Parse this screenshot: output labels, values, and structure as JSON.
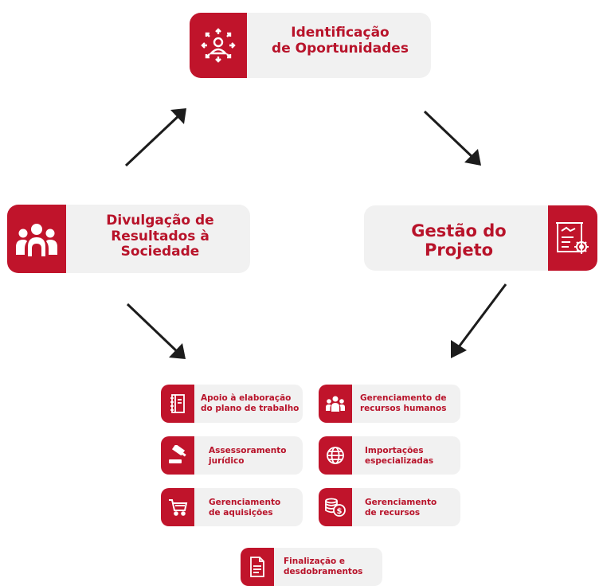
{
  "stages": {
    "identificacao": {
      "line1": "Identificação",
      "line2": "de Oportunidades",
      "icon": "people-network-icon"
    },
    "gestao": {
      "line1": "Gestão do",
      "line2": "Projeto",
      "icon": "project-board-gear-icon"
    },
    "divulgacao": {
      "line1": "Divulgação de",
      "line2": "Resultados à",
      "line3": "Sociedade",
      "icon": "group-icon"
    }
  },
  "services": [
    {
      "line1": "Apoio à elaboração",
      "line2": "do plano de trabalho",
      "icon": "notebook-icon"
    },
    {
      "line1": "Gerenciamento de",
      "line2": "recursos humanos",
      "icon": "team-icon"
    },
    {
      "line1": "Assessoramento",
      "line2": "jurídico",
      "icon": "gavel-icon"
    },
    {
      "line1": "Importações",
      "line2": "especializadas",
      "icon": "globe-icon"
    },
    {
      "line1": "Gerenciamento",
      "line2": "de aquisições",
      "icon": "cart-icon"
    },
    {
      "line1": "Gerenciamento",
      "line2": "de recursos",
      "icon": "coins-icon"
    },
    {
      "line1": "Finalização e",
      "line2": "desdobramentos",
      "icon": "document-icon"
    }
  ],
  "colors": {
    "accent": "#c0142b",
    "card": "#f1f1f1",
    "arrow": "#1c1c1c"
  }
}
